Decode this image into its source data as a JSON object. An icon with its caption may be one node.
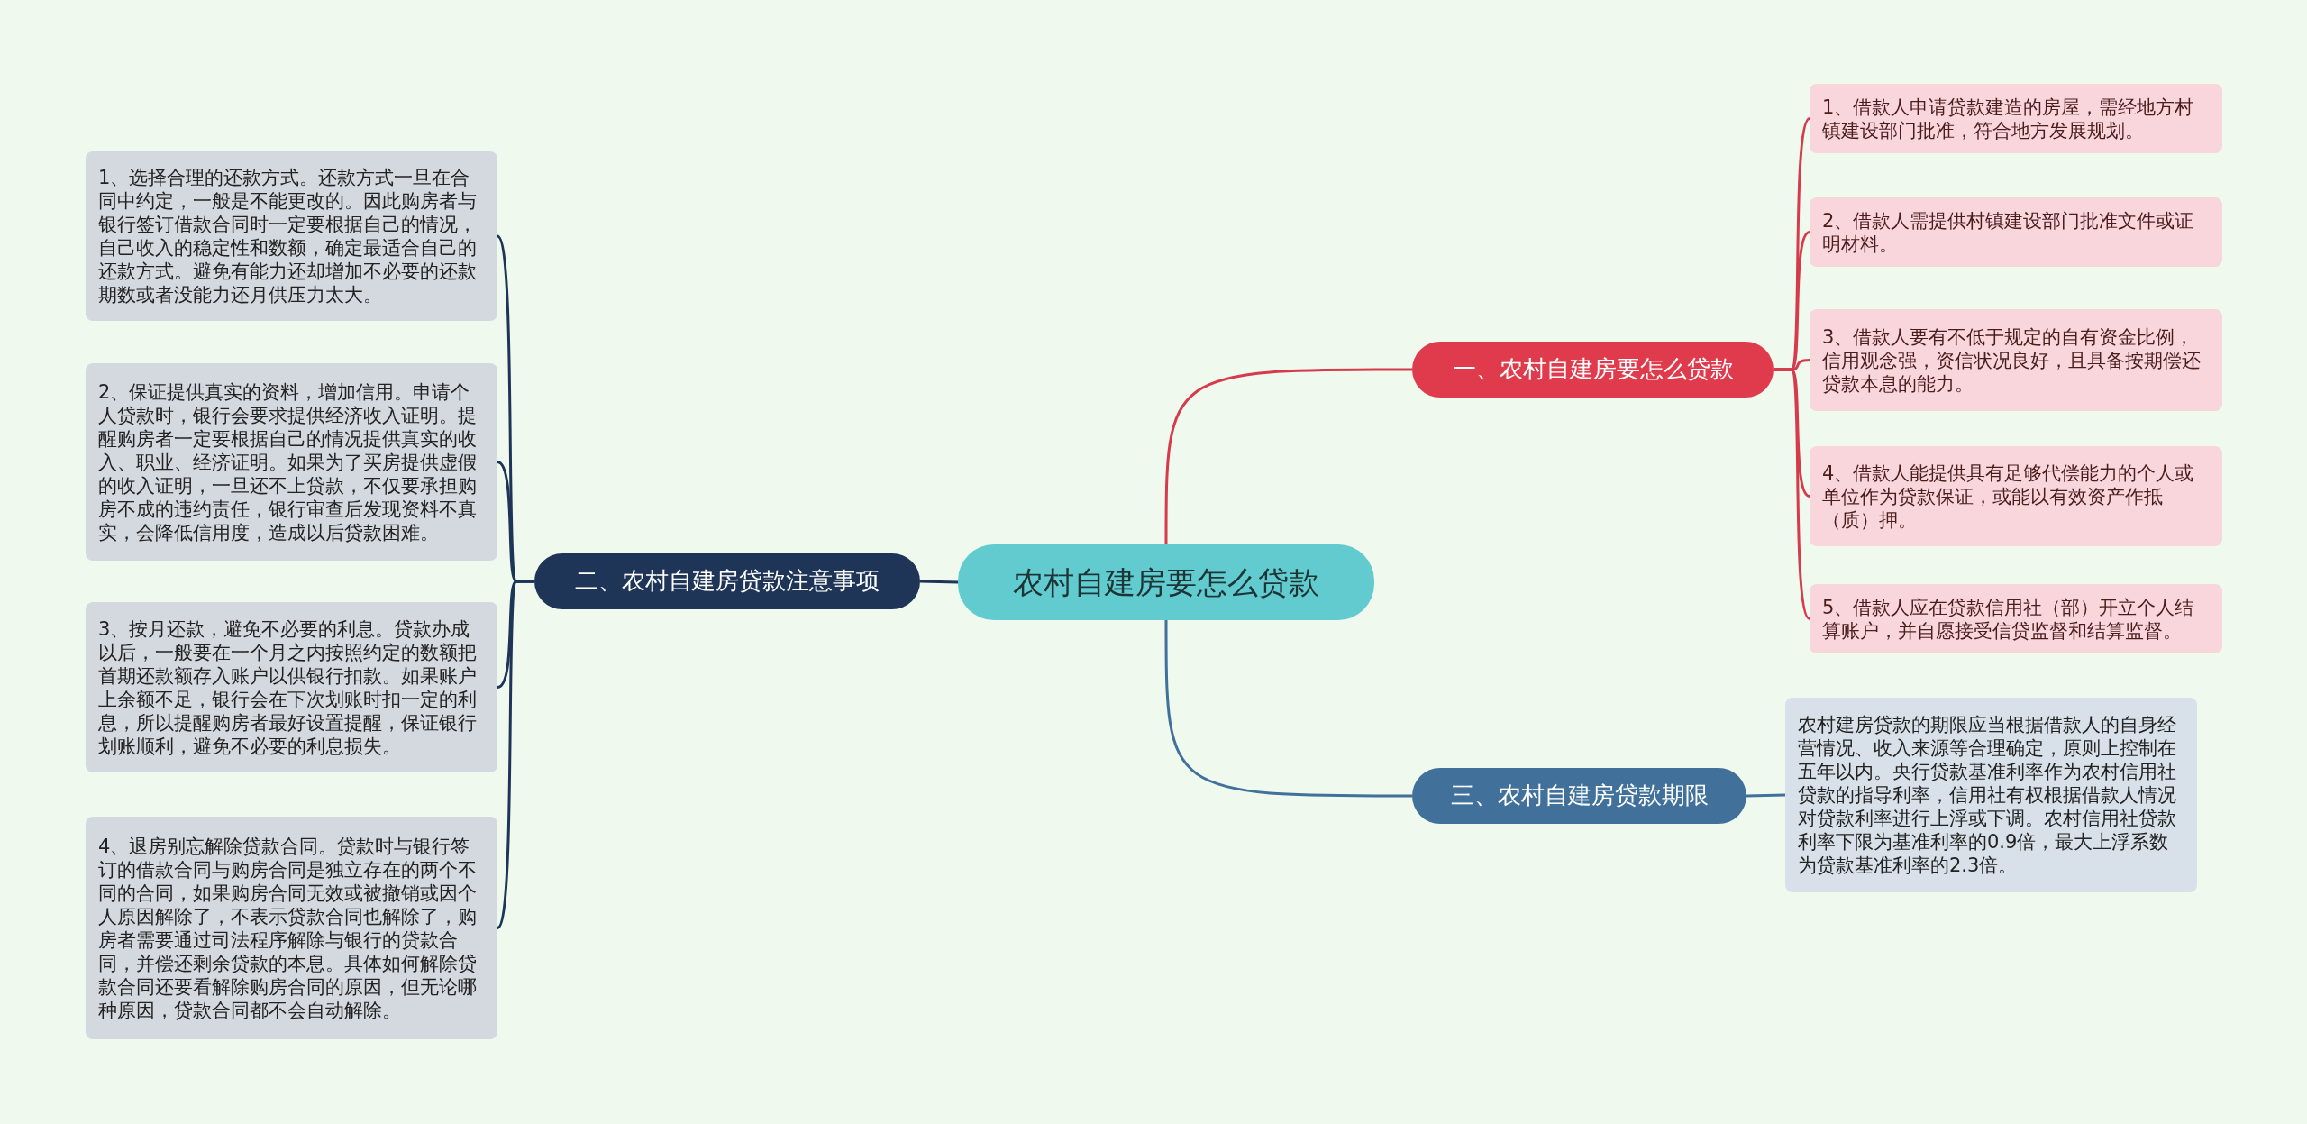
{
  "diagram": {
    "nodes": [
      {
        "text": [
          "农村自建房要怎么贷款"
        ]
      },
      {
        "text": [
          "一、农村自建房要怎么贷款"
        ]
      },
      {
        "text": [
          "1、借款人申请贷款建造的房屋，需经地方村镇建设部门批准，符合地方发展规划。"
        ]
      },
      {
        "text": [
          "2、借款人需提供村镇建设部门批准文件或证明材料。"
        ]
      },
      {
        "text": [
          "3、借款人要有不低于规定的自有资金比例，信用观念强，资信状况良好，且具备按期偿还贷款本息的能力。"
        ]
      },
      {
        "text": [
          "4、借款人能提供具有足够代偿能力的个人或单位作为贷款保证，或能以有效资产作抵（质）押。"
        ]
      },
      {
        "text": [
          "5、借款人应在贷款信用社（部）开立个人结算账户，并自愿接受信贷监督和结算监督。"
        ]
      },
      {
        "text": [
          "二、农村自建房贷款注意事项"
        ]
      },
      {
        "text": [
          "1、选择合理的还款方式。还款方式一旦在合同中约定，一般是不能更改的。因此购房者与银行签订借款合同时一定要根据自己的情况，自己收入的稳定性和数额，确定最适合自己的还款方式。避免有能力还却增加不必要的还款期数或者没能力还月供压力太大。"
        ]
      },
      {
        "text": [
          "2、保证提供真实的资料，增加信用。申请个人贷款时，银行会要求提供经济收入证明。提醒购房者一定要根据自己的情况提供真实的收入、职业、经济证明。如果为了买房提供虚假的收入证明，一旦还不上贷款，不仅要承担购房不成的违约责任，银行审查后发现资料不真实，会降低信用度，造成以后贷款困难。"
        ]
      },
      {
        "text": [
          "3、按月还款，避免不必要的利息。贷款办成以后，一般要在一个月之内按照约定的数额把首期还款额存入账户以供银行扣款。如果账户上余额不足，银行会在下次划账时扣一定的利息，所以提醒购房者最好设置提醒，保证银行划账顺利，避免不必要的利息损失。"
        ]
      },
      {
        "text": [
          "4、退房别忘解除贷款合同。贷款时与银行签订的借款合同与购房合同是独立存在的两个不同的合同，如果购房合同无效或被撤销或因个人原因解除了，不表示贷款合同也解除了，购房者需要通过司法程序解除与银行的贷款合同，并偿还剩余贷款的本息。具体如何解除贷款合同还要看解除购房合同的原因，但无论哪种原因，贷款合同都不会自动解除。"
        ]
      },
      {
        "text": [
          "三、农村自建房贷款期限"
        ]
      },
      {
        "text": [
          "农村建房贷款的期限应当根据借款人的自身经营情况、收入来源等合理确定，原则上控制在五年以内。央行贷款基准利率作为农村信用社贷款的指导利率，信用社有权根据借款人情况对贷款利率进行上浮或下调。农村信用社贷款利率下限为基准利率的0.9倍，最大上浮系数为贷款基准利率的2.3倍。"
        ]
      }
    ],
    "edges": [
      {
        "from": 0,
        "to": 1,
        "arrow": "none"
      },
      {
        "from": 1,
        "to": 2,
        "arrow": "none"
      },
      {
        "from": 1,
        "to": 3,
        "arrow": "none"
      },
      {
        "from": 1,
        "to": 4,
        "arrow": "none"
      },
      {
        "from": 1,
        "to": 5,
        "arrow": "none"
      },
      {
        "from": 1,
        "to": 6,
        "arrow": "none"
      },
      {
        "from": 0,
        "to": 7,
        "arrow": "none",
        "color": "#1e3558"
      },
      {
        "from": 7,
        "to": 8,
        "arrow": "none",
        "color": "#1e3558"
      },
      {
        "from": 7,
        "to": 9,
        "arrow": "none",
        "color": "#1e3558"
      },
      {
        "from": 7,
        "to": 10,
        "arrow": "none",
        "color": "#1e3558"
      },
      {
        "from": 7,
        "to": 11,
        "arrow": "none",
        "color": "#1e3558"
      },
      {
        "from": 0,
        "to": 12,
        "arrow": "none",
        "color": "#41719a"
      },
      {
        "from": 12,
        "to": 13,
        "arrow": "none",
        "color": "#41719a"
      }
    ]
  }
}
